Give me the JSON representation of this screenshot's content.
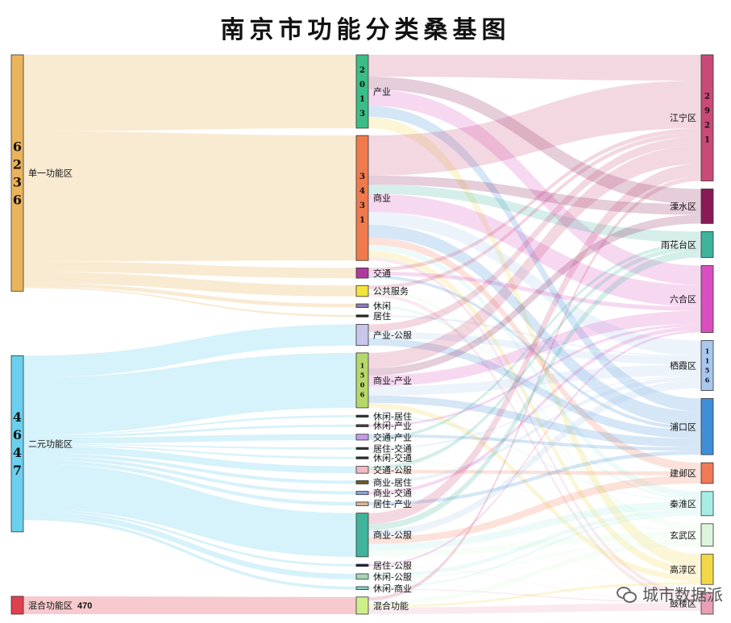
{
  "chart_data": {
    "type": "sankey",
    "title": "南京市功能分类桑基图",
    "nodes": [
      {
        "id": "s1",
        "label": "单一功能区",
        "value": 6236,
        "color": "#eab45c",
        "value_label": "6236"
      },
      {
        "id": "s2",
        "label": "二元功能区",
        "value": 4647,
        "color": "#6ad0ee",
        "value_label": "4647"
      },
      {
        "id": "s3",
        "label": "混合功能区",
        "value": 470,
        "color": "#e0414e",
        "value_label": "470"
      },
      {
        "id": "m_cy",
        "label": "产业",
        "value": 2013,
        "color": "#3bbd87",
        "value_label": "2013"
      },
      {
        "id": "m_sy",
        "label": "商业",
        "value": 3431,
        "color": "#f07a4c",
        "value_label": "3431"
      },
      {
        "id": "m_jt",
        "label": "交通",
        "value": 280,
        "color": "#b03a9c"
      },
      {
        "id": "m_gg",
        "label": "公共服务",
        "value": 300,
        "color": "#f2e43a"
      },
      {
        "id": "m_xx",
        "label": "休闲",
        "value": 100,
        "color": "#8f7ab8"
      },
      {
        "id": "m_jz",
        "label": "居住",
        "value": 30,
        "color": "#222222"
      },
      {
        "id": "m_cygf",
        "label": "产业-公服",
        "value": 580,
        "color": "#c9c6ea"
      },
      {
        "id": "m_sycy",
        "label": "商业-产业",
        "value": 1506,
        "color": "#b6d86a",
        "value_label": "1506"
      },
      {
        "id": "m_xxjz",
        "label": "休闲-居住",
        "value": 20,
        "color": "#333333"
      },
      {
        "id": "m_xxcy",
        "label": "休闲-产业",
        "value": 60,
        "color": "#4a3d3a"
      },
      {
        "id": "m_jtcy",
        "label": "交通-产业",
        "value": 160,
        "color": "#c49ce6"
      },
      {
        "id": "m_jzjt",
        "label": "居住-交通",
        "value": 20,
        "color": "#333333"
      },
      {
        "id": "m_xxjt",
        "label": "休闲-交通",
        "value": 30,
        "color": "#2a2a2a"
      },
      {
        "id": "m_jtgf",
        "label": "交通-公服",
        "value": 190,
        "color": "#f3b9c4"
      },
      {
        "id": "m_syjz",
        "label": "商业-居住",
        "value": 90,
        "color": "#6e5a2a"
      },
      {
        "id": "m_syjt",
        "label": "商业-交通",
        "value": 90,
        "color": "#8ea5d4"
      },
      {
        "id": "m_jzcy",
        "label": "居住-产业",
        "value": 100,
        "color": "#d9b59a"
      },
      {
        "id": "m_sygf",
        "label": "商业-公服",
        "value": 1200,
        "color": "#3fb49a"
      },
      {
        "id": "m_jzgf",
        "label": "居住-公服",
        "value": 60,
        "color": "#1b1b5a"
      },
      {
        "id": "m_xxgf",
        "label": "休闲-公服",
        "value": 150,
        "color": "#a9d4b6"
      },
      {
        "id": "m_xxsy",
        "label": "休闲-商业",
        "value": 80,
        "color": "#7fd2c8"
      },
      {
        "id": "m_hh",
        "label": "混合功能",
        "value": 470,
        "color": "#cfef8a"
      },
      {
        "id": "d_jn",
        "label": "江宁区",
        "value": 2921,
        "color": "#c94a78",
        "value_label": "2921"
      },
      {
        "id": "d_ls",
        "label": "溧水区",
        "value": 800,
        "color": "#8a1a55"
      },
      {
        "id": "d_yht",
        "label": "雨花台区",
        "value": 600,
        "color": "#3fb39c"
      },
      {
        "id": "d_lh",
        "label": "六合区",
        "value": 1550,
        "color": "#d94fbf"
      },
      {
        "id": "d_qx",
        "label": "栖霞区",
        "value": 1156,
        "color": "#a8c8ee",
        "value_label": "1156"
      },
      {
        "id": "d_pk",
        "label": "浦口区",
        "value": 1300,
        "color": "#3f8fd8"
      },
      {
        "id": "d_jy",
        "label": "建邺区",
        "value": 480,
        "color": "#f07a58"
      },
      {
        "id": "d_qh",
        "label": "秦淮区",
        "value": 560,
        "color": "#a8ece6"
      },
      {
        "id": "d_xw",
        "label": "玄武区",
        "value": 520,
        "color": "#dcf4dc"
      },
      {
        "id": "d_gc",
        "label": "高淳区",
        "value": 700,
        "color": "#f2d848"
      },
      {
        "id": "d_gl",
        "label": "鼓楼区",
        "value": 500,
        "color": "#e8a0b4"
      }
    ],
    "links": [
      {
        "source": "s1",
        "target": "m_cy",
        "value": 2013
      },
      {
        "source": "s1",
        "target": "m_sy",
        "value": 3431
      },
      {
        "source": "s1",
        "target": "m_jt",
        "value": 280
      },
      {
        "source": "s1",
        "target": "m_gg",
        "value": 300
      },
      {
        "source": "s1",
        "target": "m_xx",
        "value": 100
      },
      {
        "source": "s1",
        "target": "m_jz",
        "value": 30
      },
      {
        "source": "s2",
        "target": "m_cygf",
        "value": 580
      },
      {
        "source": "s2",
        "target": "m_sycy",
        "value": 1506
      },
      {
        "source": "s2",
        "target": "m_xxjz",
        "value": 20
      },
      {
        "source": "s2",
        "target": "m_xxcy",
        "value": 60
      },
      {
        "source": "s2",
        "target": "m_jtcy",
        "value": 160
      },
      {
        "source": "s2",
        "target": "m_jzjt",
        "value": 20
      },
      {
        "source": "s2",
        "target": "m_xxjt",
        "value": 30
      },
      {
        "source": "s2",
        "target": "m_jtgf",
        "value": 190
      },
      {
        "source": "s2",
        "target": "m_syjz",
        "value": 90
      },
      {
        "source": "s2",
        "target": "m_syjt",
        "value": 90
      },
      {
        "source": "s2",
        "target": "m_jzcy",
        "value": 100
      },
      {
        "source": "s2",
        "target": "m_sygf",
        "value": 1200
      },
      {
        "source": "s2",
        "target": "m_jzgf",
        "value": 60
      },
      {
        "source": "s2",
        "target": "m_xxgf",
        "value": 150
      },
      {
        "source": "s2",
        "target": "m_xxsy",
        "value": 80
      },
      {
        "source": "s3",
        "target": "m_hh",
        "value": 470
      },
      {
        "source": "m_cy",
        "target": "d_jn",
        "value": 600
      },
      {
        "source": "m_cy",
        "target": "d_ls",
        "value": 350
      },
      {
        "source": "m_cy",
        "target": "d_lh",
        "value": 450
      },
      {
        "source": "m_cy",
        "target": "d_pk",
        "value": 300
      },
      {
        "source": "m_cy",
        "target": "d_gc",
        "value": 313
      },
      {
        "source": "m_sy",
        "target": "d_jn",
        "value": 1100
      },
      {
        "source": "m_sy",
        "target": "d_ls",
        "value": 250
      },
      {
        "source": "m_sy",
        "target": "d_yht",
        "value": 250
      },
      {
        "source": "m_sy",
        "target": "d_lh",
        "value": 500
      },
      {
        "source": "m_sy",
        "target": "d_qx",
        "value": 350
      },
      {
        "source": "m_sy",
        "target": "d_pk",
        "value": 350
      },
      {
        "source": "m_sy",
        "target": "d_jy",
        "value": 200
      },
      {
        "source": "m_sy",
        "target": "d_qh",
        "value": 150
      },
      {
        "source": "m_sy",
        "target": "d_gc",
        "value": 181
      },
      {
        "source": "m_sy",
        "target": "d_gl",
        "value": 100
      },
      {
        "source": "m_jt",
        "target": "d_jn",
        "value": 100
      },
      {
        "source": "m_jt",
        "target": "d_lh",
        "value": 100
      },
      {
        "source": "m_jt",
        "target": "d_pk",
        "value": 80
      },
      {
        "source": "m_gg",
        "target": "d_jn",
        "value": 100
      },
      {
        "source": "m_gg",
        "target": "d_xw",
        "value": 100
      },
      {
        "source": "m_gg",
        "target": "d_gl",
        "value": 100
      },
      {
        "source": "m_xx",
        "target": "d_xw",
        "value": 50
      },
      {
        "source": "m_xx",
        "target": "d_qh",
        "value": 50
      },
      {
        "source": "m_jz",
        "target": "d_qx",
        "value": 30
      },
      {
        "source": "m_cygf",
        "target": "d_jn",
        "value": 200
      },
      {
        "source": "m_cygf",
        "target": "d_qx",
        "value": 180
      },
      {
        "source": "m_cygf",
        "target": "d_pk",
        "value": 200
      },
      {
        "source": "m_sycy",
        "target": "d_jn",
        "value": 421
      },
      {
        "source": "m_sycy",
        "target": "d_ls",
        "value": 200
      },
      {
        "source": "m_sycy",
        "target": "d_lh",
        "value": 300
      },
      {
        "source": "m_sycy",
        "target": "d_qx",
        "value": 250
      },
      {
        "source": "m_sycy",
        "target": "d_pk",
        "value": 200
      },
      {
        "source": "m_sycy",
        "target": "d_gc",
        "value": 135
      },
      {
        "source": "m_xxjz",
        "target": "d_qh",
        "value": 20
      },
      {
        "source": "m_xxcy",
        "target": "d_lh",
        "value": 60
      },
      {
        "source": "m_jtcy",
        "target": "d_pk",
        "value": 80
      },
      {
        "source": "m_jtcy",
        "target": "d_yht",
        "value": 80
      },
      {
        "source": "m_jzjt",
        "target": "d_qx",
        "value": 20
      },
      {
        "source": "m_xxjt",
        "target": "d_xw",
        "value": 30
      },
      {
        "source": "m_jtgf",
        "target": "d_yht",
        "value": 100
      },
      {
        "source": "m_jtgf",
        "target": "d_jy",
        "value": 90
      },
      {
        "source": "m_syjz",
        "target": "d_qx",
        "value": 90
      },
      {
        "source": "m_syjt",
        "target": "d_lh",
        "value": 90
      },
      {
        "source": "m_jzcy",
        "target": "d_pk",
        "value": 90
      },
      {
        "source": "m_jzcy",
        "target": "d_gc",
        "value": 10
      },
      {
        "source": "m_sygf",
        "target": "d_jn",
        "value": 300
      },
      {
        "source": "m_sygf",
        "target": "d_yht",
        "value": 170
      },
      {
        "source": "m_sygf",
        "target": "d_qx",
        "value": 186
      },
      {
        "source": "m_sygf",
        "target": "d_jy",
        "value": 190
      },
      {
        "source": "m_sygf",
        "target": "d_qh",
        "value": 190
      },
      {
        "source": "m_sygf",
        "target": "d_xw",
        "value": 164
      },
      {
        "source": "m_jzgf",
        "target": "d_lh",
        "value": 50
      },
      {
        "source": "m_jzgf",
        "target": "d_gl",
        "value": 10
      },
      {
        "source": "m_xxgf",
        "target": "d_qh",
        "value": 100
      },
      {
        "source": "m_xxgf",
        "target": "d_xw",
        "value": 50
      },
      {
        "source": "m_xxsy",
        "target": "d_qh",
        "value": 50
      },
      {
        "source": "m_xxsy",
        "target": "d_gl",
        "value": 30
      },
      {
        "source": "m_hh",
        "target": "d_jn",
        "value": 100
      },
      {
        "source": "m_hh",
        "target": "d_xw",
        "value": 126
      },
      {
        "source": "m_hh",
        "target": "d_gc",
        "value": 61
      },
      {
        "source": "m_hh",
        "target": "d_gl",
        "value": 183
      }
    ]
  },
  "watermark": {
    "text": "城市数据派",
    "icon": "wechat-icon"
  }
}
